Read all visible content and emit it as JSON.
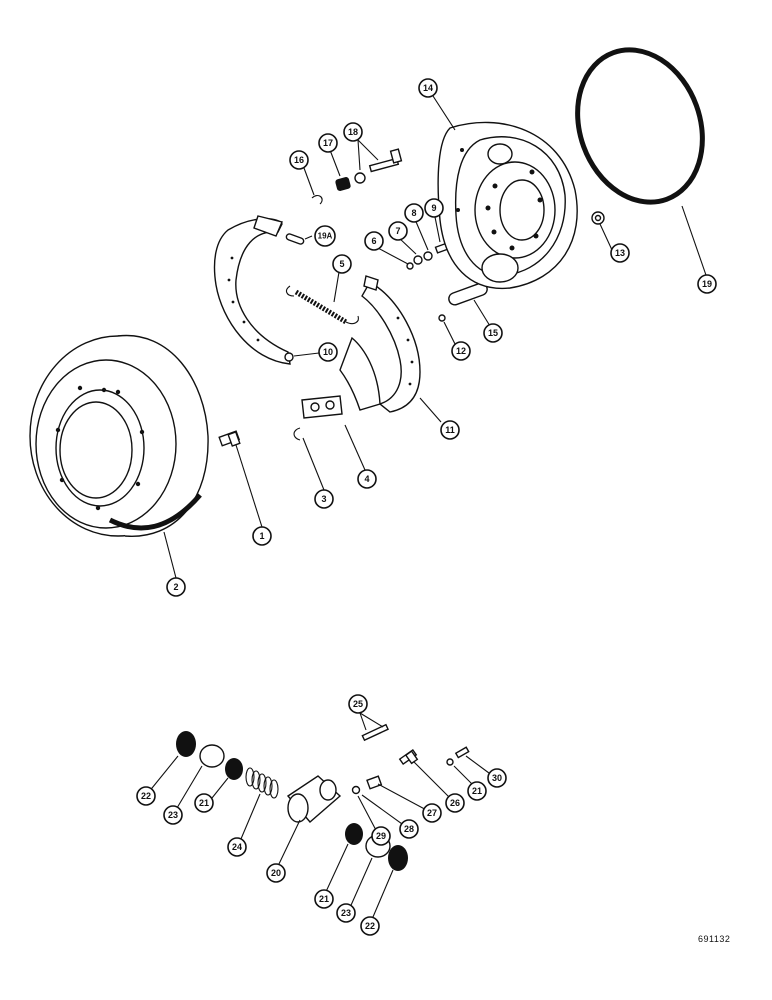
{
  "figure_number": "691132",
  "callouts": [
    {
      "id": "c1",
      "label": "1"
    },
    {
      "id": "c2",
      "label": "2"
    },
    {
      "id": "c3",
      "label": "3"
    },
    {
      "id": "c4",
      "label": "4"
    },
    {
      "id": "c5",
      "label": "5"
    },
    {
      "id": "c6",
      "label": "6"
    },
    {
      "id": "c7",
      "label": "7"
    },
    {
      "id": "c8",
      "label": "8"
    },
    {
      "id": "c9",
      "label": "9"
    },
    {
      "id": "c10",
      "label": "10"
    },
    {
      "id": "c11",
      "label": "11"
    },
    {
      "id": "c12",
      "label": "12"
    },
    {
      "id": "c13",
      "label": "13"
    },
    {
      "id": "c14",
      "label": "14"
    },
    {
      "id": "c15",
      "label": "15"
    },
    {
      "id": "c16",
      "label": "16"
    },
    {
      "id": "c17",
      "label": "17"
    },
    {
      "id": "c18",
      "label": "18"
    },
    {
      "id": "c19",
      "label": "19"
    },
    {
      "id": "c19a",
      "label": "19A"
    },
    {
      "id": "c20",
      "label": "20"
    },
    {
      "id": "c21a",
      "label": "21"
    },
    {
      "id": "c21b",
      "label": "21"
    },
    {
      "id": "c21c",
      "label": "21"
    },
    {
      "id": "c22a",
      "label": "22"
    },
    {
      "id": "c22b",
      "label": "22"
    },
    {
      "id": "c23a",
      "label": "23"
    },
    {
      "id": "c23b",
      "label": "23"
    },
    {
      "id": "c24",
      "label": "24"
    },
    {
      "id": "c25",
      "label": "25"
    },
    {
      "id": "c26",
      "label": "26"
    },
    {
      "id": "c27",
      "label": "27"
    },
    {
      "id": "c28",
      "label": "28"
    },
    {
      "id": "c29",
      "label": "29"
    },
    {
      "id": "c30",
      "label": "30"
    }
  ]
}
